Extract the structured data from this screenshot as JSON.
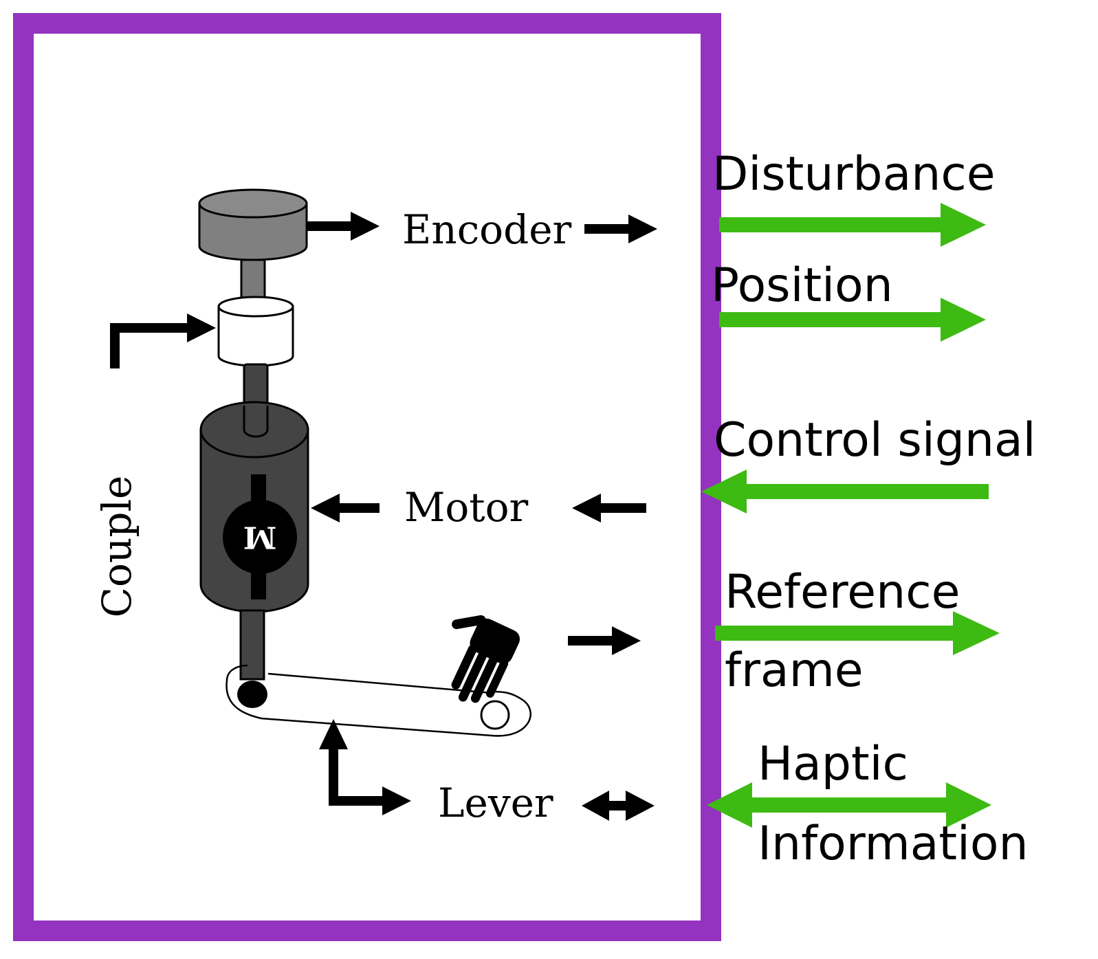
{
  "colors": {
    "frame": "#9333bf",
    "signal_arrow": "#3dbb12",
    "ink": "#000000",
    "encoder_body": "#808080",
    "motor_body": "#444444"
  },
  "components": {
    "encoder": "Encoder",
    "motor": "Motor",
    "lever": "Lever",
    "coupling": "Couple",
    "motor_mark": "M"
  },
  "signals": {
    "disturbance": "Disturbance",
    "position": "Position",
    "control": "Control signal",
    "reference_line1": "Reference",
    "reference_line2": "frame",
    "haptic_line1": "Haptic",
    "haptic_line2": "Information"
  },
  "icons": [
    "hand-icon"
  ]
}
